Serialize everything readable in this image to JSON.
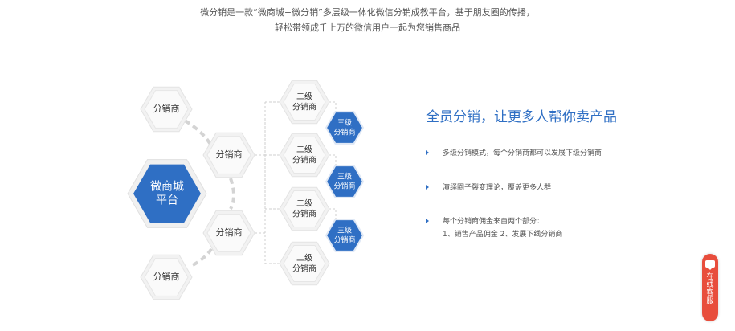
{
  "intro": {
    "line1": "微分销是一款“微商城+微分销”多层级一体化微信分销成教平台，基于朋友圈的传播，",
    "line2": "轻松带领成千上万的微信用户一起为您销售商品"
  },
  "diagram": {
    "platform_label_line1": "微商城",
    "platform_label_line2": "平台",
    "distributor_label": "分销商",
    "level2_line1": "二级",
    "level2_line2": "分销商",
    "level3_line1": "三级",
    "level3_line2": "分销商"
  },
  "headline": "全员分销，让更多人帮你卖产品",
  "features": [
    {
      "text": "多级分销模式，每个分销商都可以发展下级分销商"
    },
    {
      "text": "演绎圈子裂变理论，覆盖更多人群"
    },
    {
      "text": "每个分销商佣金来自两个部分：",
      "text2": "1、销售产品佣金  2、发展下线分销商"
    }
  ],
  "chat_widget": {
    "label": "在线客服",
    "icon": "chat-bubble-icon"
  },
  "colors": {
    "accent": "#2f6fc4",
    "blue_hex": "#2f6fc4",
    "widget": "#e84d3c"
  }
}
